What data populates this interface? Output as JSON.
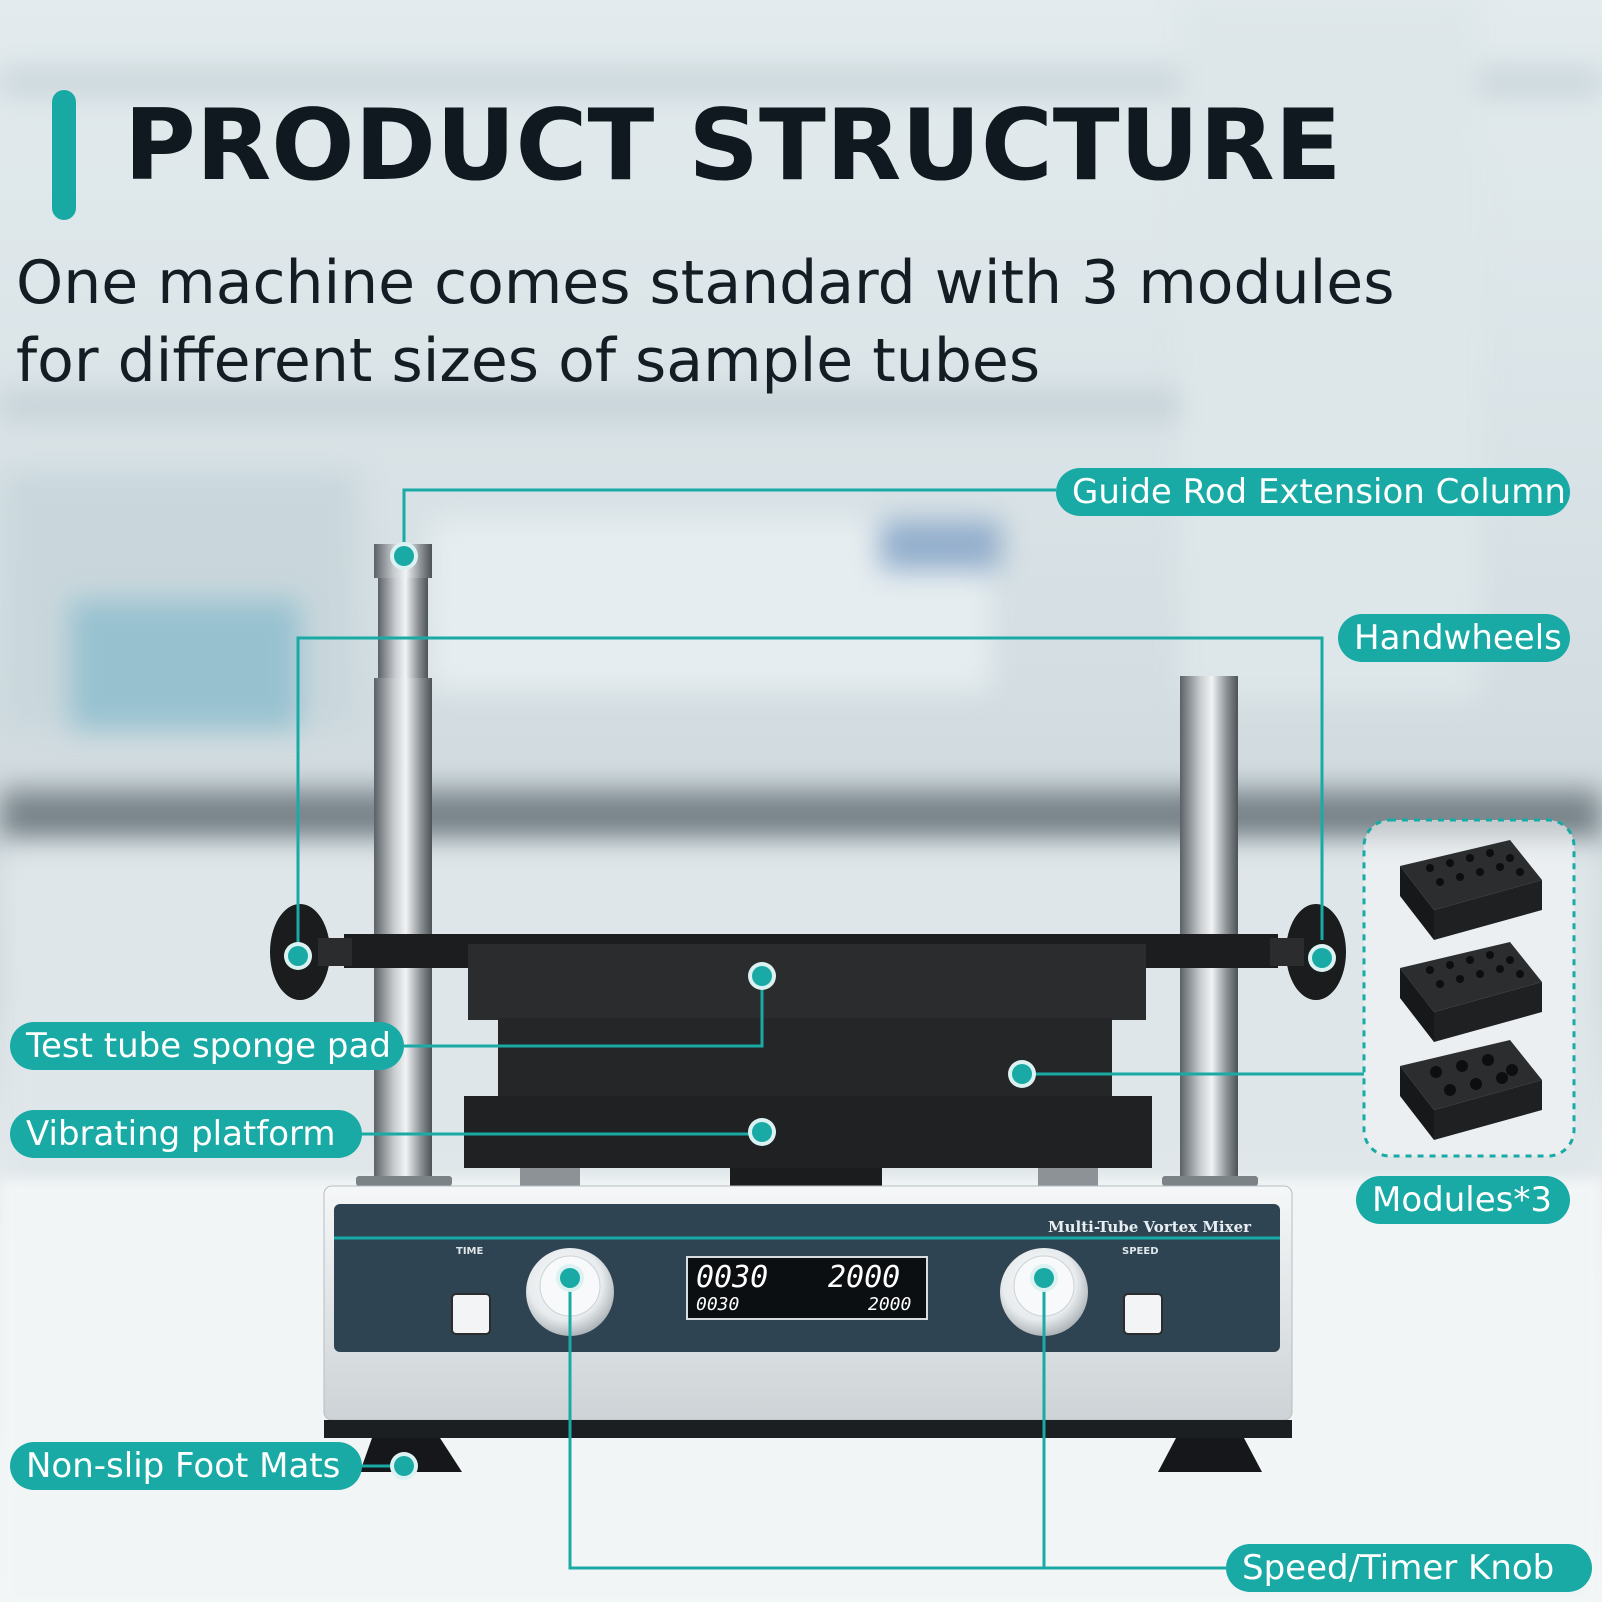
{
  "header": {
    "title": "PRODUCT STRUCTURE",
    "subtitle": "One machine comes standard with 3 modules for different sizes of sample tubes"
  },
  "callouts": {
    "guide_rod": "Guide Rod Extension Column",
    "handwheels": "Handwheels",
    "sponge_pad": "Test tube sponge pad",
    "vibrating_platform": "Vibrating platform",
    "modules": "Modules*3",
    "foot_mats": "Non-slip Foot Mats",
    "knob": "Speed/Timer Knob"
  },
  "device": {
    "brand": "Multi-Tube Vortex Mixer",
    "left_caption": "TIME",
    "right_caption": "SPEED",
    "display": {
      "time_big": "0030",
      "speed_big": "2000",
      "time_small": "0030",
      "speed_small": "2000"
    }
  },
  "colors": {
    "accent": "#19aaa5",
    "title_text": "#101820",
    "panel": "#2f4452"
  }
}
